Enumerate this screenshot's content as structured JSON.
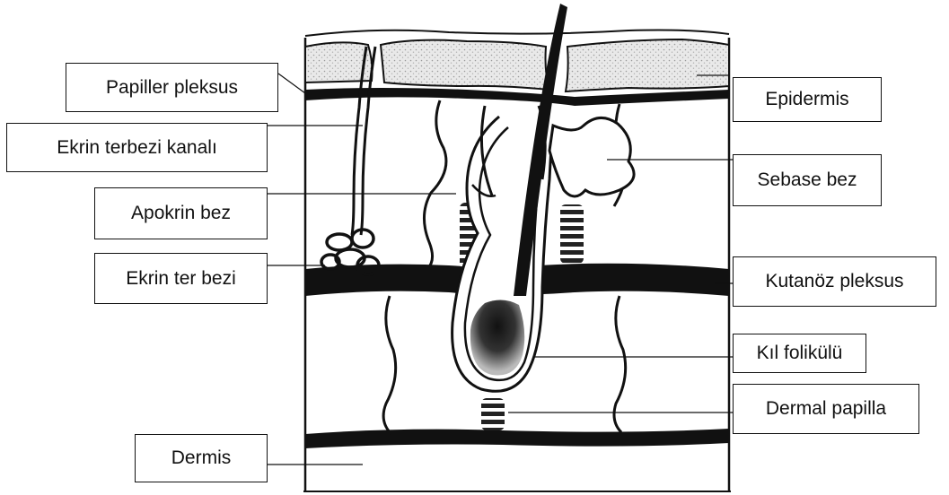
{
  "labels": {
    "papiller_pleksus": "Papiller pleksus",
    "ekrin_terbezi_kanali": "Ekrin terbezi kanalı",
    "apokrin_bez": "Apokrin bez",
    "ekrin_ter_bezi": "Ekrin ter bezi",
    "dermis": "Dermis",
    "epidermis": "Epidermis",
    "sebase_bez": "Sebase bez",
    "kutanoz_pleksus": "Kutanöz pleksus",
    "kil_folikulu": "Kıl folikülü",
    "dermal_papilla": "Dermal papilla"
  }
}
